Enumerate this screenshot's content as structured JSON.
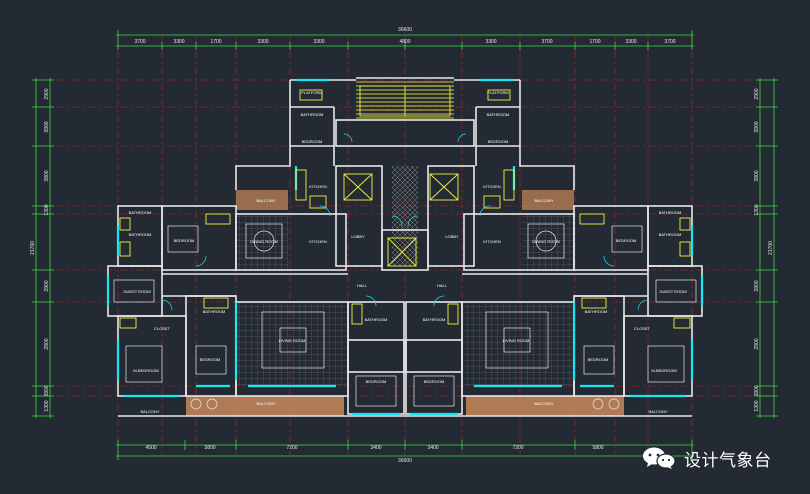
{
  "drawing": {
    "overall_dim_top": "36600",
    "overall_dim_bottom": "36600",
    "top_dims": [
      "3700",
      "3300",
      "1700",
      "3300",
      "3300",
      "4800",
      "3300",
      "3700",
      "1700",
      "3300",
      "3700"
    ],
    "bottom_dims": [
      "4500",
      "5800",
      "7200",
      "3400",
      "3400",
      "7200",
      "5800"
    ],
    "left_dims": [
      "2900",
      "3900",
      "3800",
      "1300",
      "2800",
      "2800",
      "3900",
      "1300"
    ],
    "left_total": "21700",
    "right_dims": [
      "2900",
      "3900",
      "3800",
      "1300",
      "2800",
      "2800",
      "3900",
      "1300"
    ],
    "right_total": "21700",
    "rooms": {
      "platform_l": "PLATFORM",
      "platform_r": "PLATFORM",
      "bathroom_l": "BATHROOM",
      "bathroom_r": "BATHROOM",
      "bedroom_top_l": "BEDROOM",
      "bedroom_top_r": "BEDROOM",
      "kitchen_top_l": "KITCHEN",
      "kitchen_top_r": "KITCHEN",
      "balcony_top_l": "BALCONY",
      "balcony_top_r": "BALCONY",
      "bathroom_side_l": "BATHROOM",
      "bathroom_side_r": "BATHROOM",
      "bathroom_upper_l": "BATHROOM",
      "bathroom_upper_r": "BATHROOM",
      "bedroom_l": "BEDROOM",
      "bedroom_r": "BEDROOM",
      "dining_l": "DINING ROOM",
      "dining_r": "DINING ROOM",
      "kitchen_l": "KITCHEN",
      "kitchen_r": "KITCHEN",
      "lobby_l": "LOBBY",
      "lobby_r": "LOBBY",
      "guest_room_l": "GUEST ROOM",
      "guest_room_r": "GUEST ROOM",
      "hall_l": "HALL",
      "hall_r": "HALL",
      "closet_l": "CLOSET",
      "closet_r": "CLOSET",
      "bath_small_l": "BATHROOM",
      "bath_small_r": "BATHROOM",
      "living_l": "LIVING ROOM",
      "living_r": "LIVING ROOM",
      "bedroom2_l": "BEDROOM",
      "bedroom2_r": "BEDROOM",
      "m_bedroom_l": "M-BEDROOM",
      "m_bedroom_r": "M-BEDROOM",
      "bathroom_c_l": "BATHROOM",
      "bathroom_c_r": "BATHROOM",
      "bedroom_c_l": "BEDROOM",
      "bedroom_c_r": "BEDROOM",
      "balcony_l": "BALCONY",
      "balcony_r": "BALCONY",
      "balcony_end_l": "BALCONY",
      "balcony_end_r": "BALCONY"
    }
  },
  "watermark": {
    "text": "设计气象台",
    "icon": "wechat-icon"
  },
  "colors": {
    "background": "#232a33",
    "wall": "#e8e8e8",
    "dimension_line": "#3ddc3d",
    "axis_line": "#c0202a",
    "window": "#17e6f0",
    "balcony_fill": "#c98a5a",
    "fixture": "#f2f23a",
    "hatch": "#9a9a9a"
  }
}
